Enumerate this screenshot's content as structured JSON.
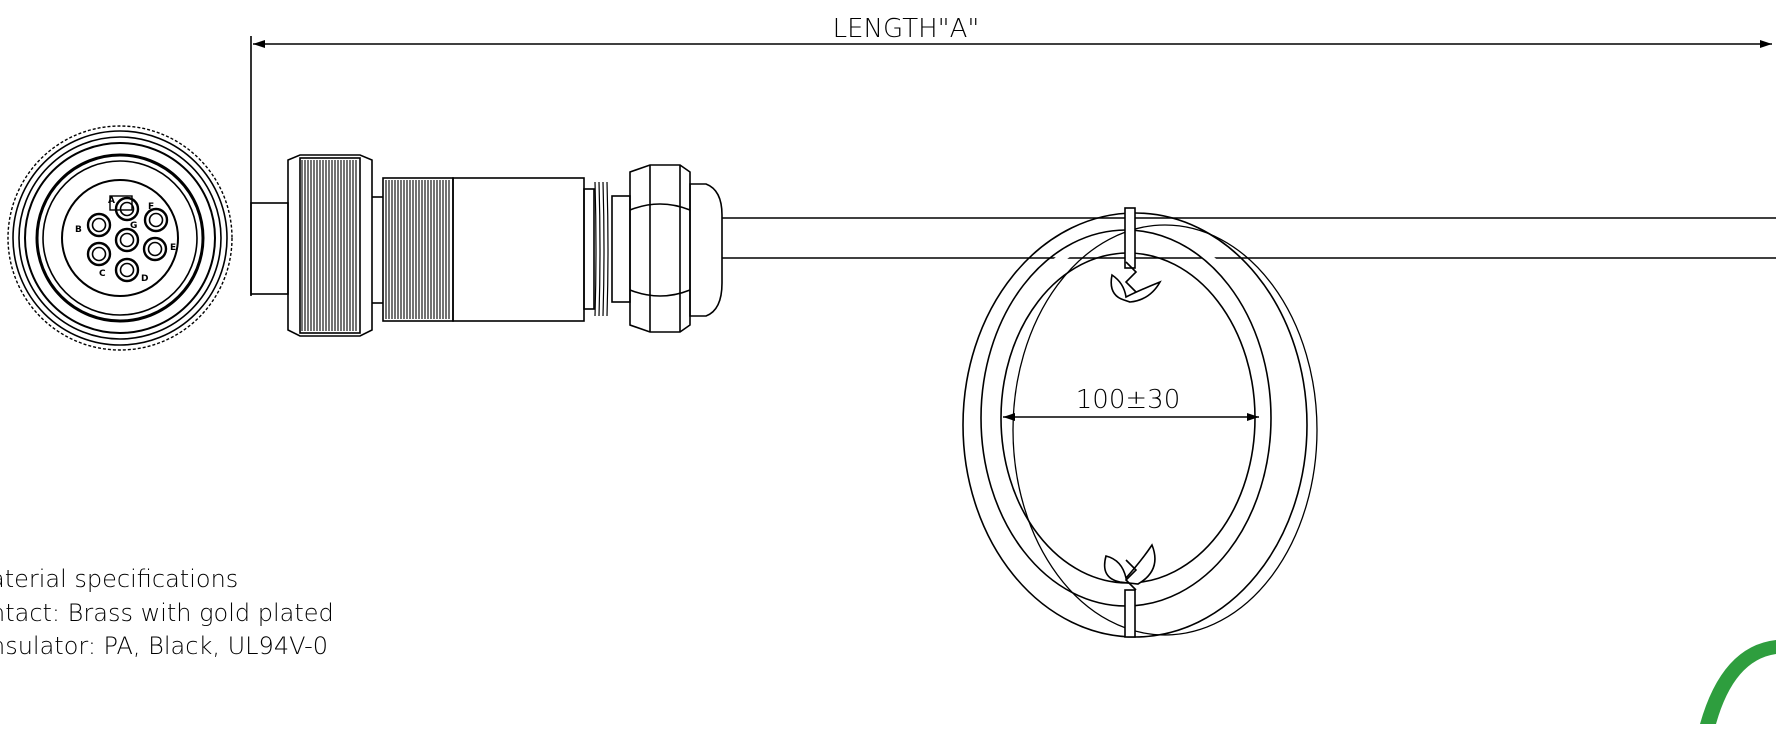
{
  "drawing": {
    "length_label": "LENGTH\"A\"",
    "loop_diameter_label": "100±30",
    "pin_labels": [
      "A",
      "B",
      "C",
      "D",
      "E",
      "F",
      "G"
    ],
    "line_color": "#000000",
    "logo_color": "#2e9e3e"
  },
  "specs": {
    "heading": "aterial specifications",
    "contact": "ntact: Brass with gold plated",
    "insulator": "nsulator: PA, Black, UL94V-0"
  }
}
